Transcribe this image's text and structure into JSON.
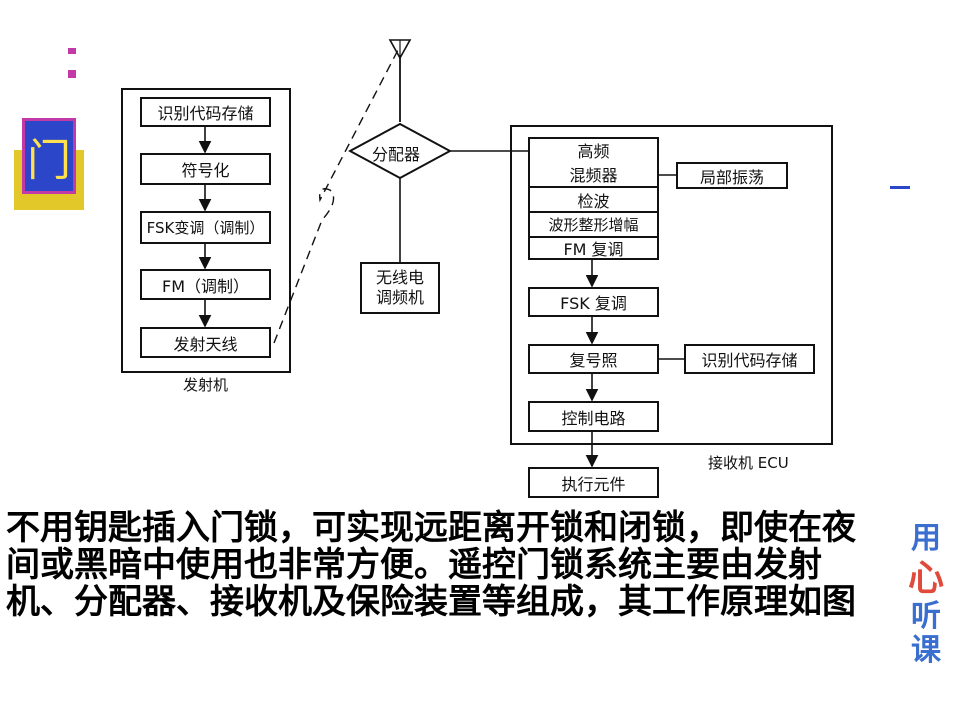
{
  "slide": {
    "title_fragment": "门",
    "body_text": "不用钥匙插入门锁，可实现远距离开锁和闭锁，即使在夜间或黑暗中使用也非常方便。遥控门锁系统主要由发射机、分配器、接收机及保险装置等组成，其工作原理如图"
  },
  "logo": {
    "top": "用",
    "middle": "心",
    "bottom1": "听",
    "bottom2": "课"
  },
  "transmitter": {
    "caption": "发射机",
    "blocks": [
      "识别代码存储",
      "符号化",
      "FSK变调（调制）",
      "FM（调制）",
      "发射天线"
    ]
  },
  "distributor": {
    "label": "分配器",
    "radio_line1": "无线电",
    "radio_line2": "调频机"
  },
  "receiver": {
    "caption": "接收机 ECU",
    "stack": [
      "高频",
      "混频器",
      "检波",
      "波形整形增幅",
      "FM 复调"
    ],
    "local_osc": "局部振荡",
    "fsk": "FSK 复调",
    "compare": "复号照",
    "code_store": "识别代码存储",
    "control": "控制电路"
  },
  "actuator": "执行元件",
  "colors": {
    "badge_bg": "#2b46c8",
    "badge_text": "#ffe14d",
    "logo_blue": "#3a6fd0",
    "logo_red": "#e04a3a"
  }
}
